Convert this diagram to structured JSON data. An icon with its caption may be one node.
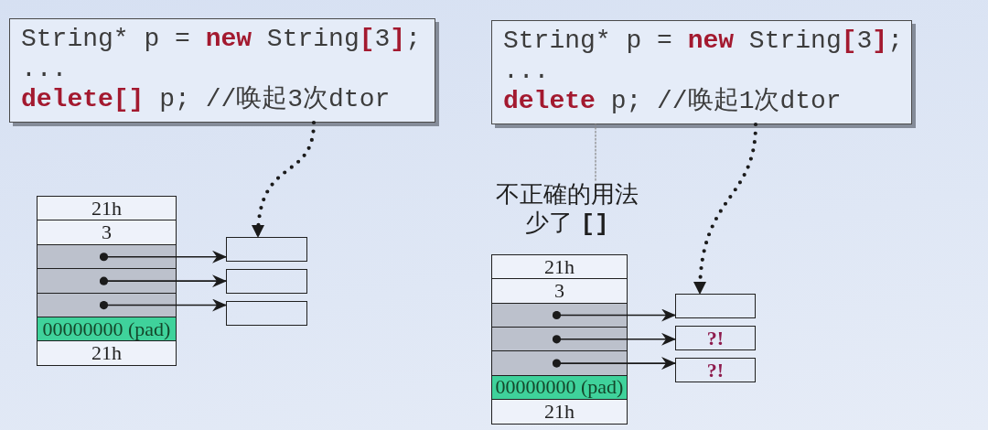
{
  "diagram": {
    "nodes": [
      {
        "text": [
          "String* p = **new** String**[**3**]**;",
          "...",
          "**delete[]** p; //唤起3次dtor"
        ]
      },
      {
        "text": [
          "String* p = **new** String**[**3**]**;",
          "...",
          "**delete** p; //唤起1次dtor"
        ]
      },
      {
        "text": [
          "不正確的用法",
          "少了 **[]**"
        ]
      },
      {
        "text": [
          "21h"
        ]
      },
      {
        "text": [
          "3"
        ]
      },
      {
        "text": [],
        "shape": "box"
      },
      {
        "text": [],
        "shape": "box"
      },
      {
        "text": [],
        "shape": "box"
      },
      {
        "text": [
          "00000000 (pad)"
        ]
      },
      {
        "text": [
          "21h"
        ]
      },
      {
        "text": [],
        "shape": "box"
      },
      {
        "text": [],
        "shape": "box"
      },
      {
        "text": [],
        "shape": "box"
      },
      {
        "text": [
          "21h"
        ]
      },
      {
        "text": [
          "3"
        ]
      },
      {
        "text": [],
        "shape": "box"
      },
      {
        "text": [],
        "shape": "box"
      },
      {
        "text": [],
        "shape": "box"
      },
      {
        "text": [
          "00000000 (pad)"
        ]
      },
      {
        "text": [
          "21h"
        ]
      },
      {
        "text": [],
        "shape": "box"
      },
      {
        "text": [
          "?!"
        ]
      },
      {
        "text": [
          "?!"
        ]
      }
    ],
    "edges": [
      {
        "from": 0,
        "to": 10,
        "arrow": "to",
        "style": "dashed"
      },
      {
        "from": 5,
        "to": 10,
        "arrow": "to"
      },
      {
        "from": 6,
        "to": 11,
        "arrow": "to"
      },
      {
        "from": 7,
        "to": 12,
        "arrow": "to"
      },
      {
        "from": 1,
        "to": 20,
        "arrow": "to",
        "style": "dashed"
      },
      {
        "from": 15,
        "to": 20,
        "arrow": "to"
      },
      {
        "from": 16,
        "to": 21,
        "arrow": "to"
      },
      {
        "from": 17,
        "to": 22,
        "arrow": "to"
      },
      {
        "from": 2,
        "to": 1,
        "arrow": "none",
        "style": "dashed",
        "color": "#8c8c8c"
      }
    ]
  }
}
